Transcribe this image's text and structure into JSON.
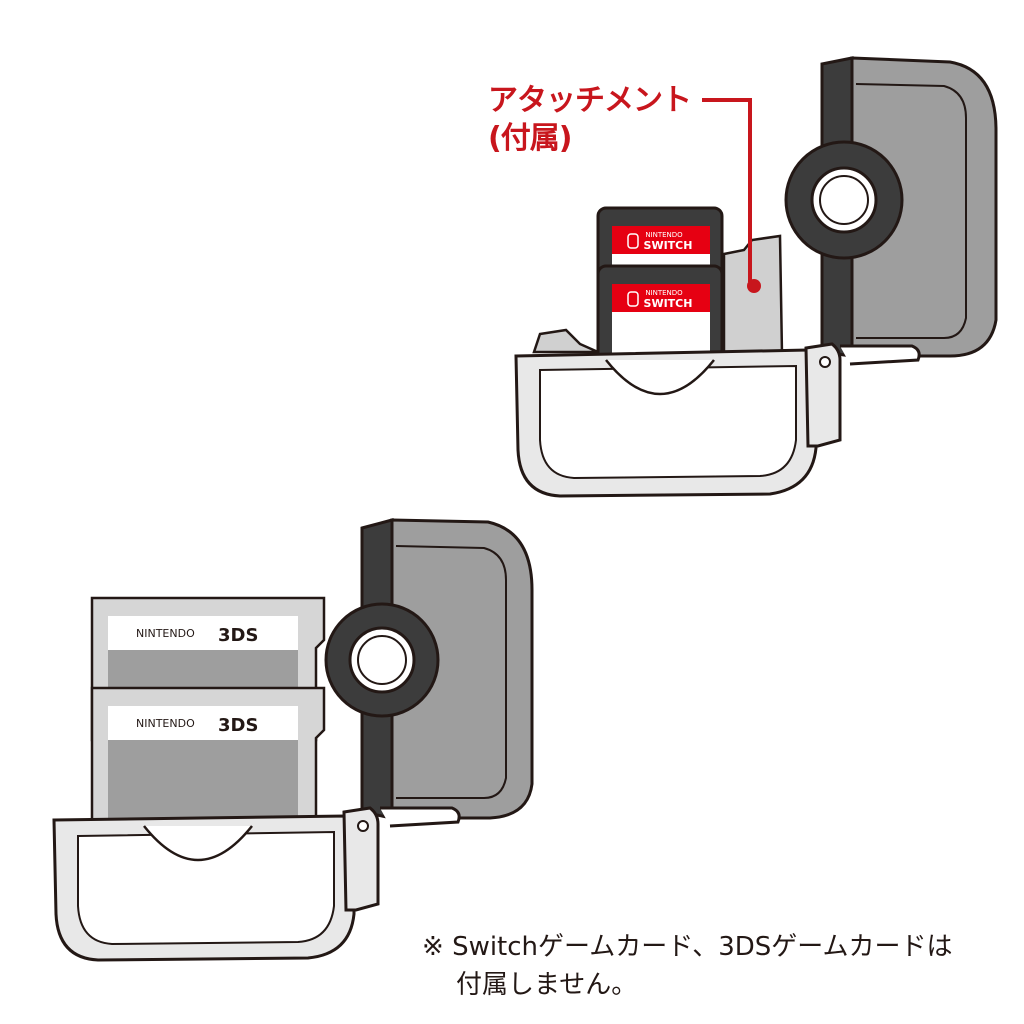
{
  "attachment_callout": {
    "line1": "アタッチメント",
    "line2": "(付属)",
    "color": "#c8161d"
  },
  "switch_card": {
    "brand_line1": "NINTENDO",
    "brand_line2": "SWITCH",
    "label_color": "#e60012"
  },
  "ds_card": {
    "brand_prefix": "NINTENDO",
    "brand_suffix": "3DS"
  },
  "footnote": {
    "mark": "※",
    "line1": "Switchゲームカード、3DSゲームカードは",
    "line2": "付属しません。"
  },
  "colors": {
    "outline": "#231815",
    "body_gray": "#9e9e9e",
    "band_dark": "#3c3c3c",
    "light_gray": "#e8e8e8",
    "accent_red": "#c8161d"
  }
}
